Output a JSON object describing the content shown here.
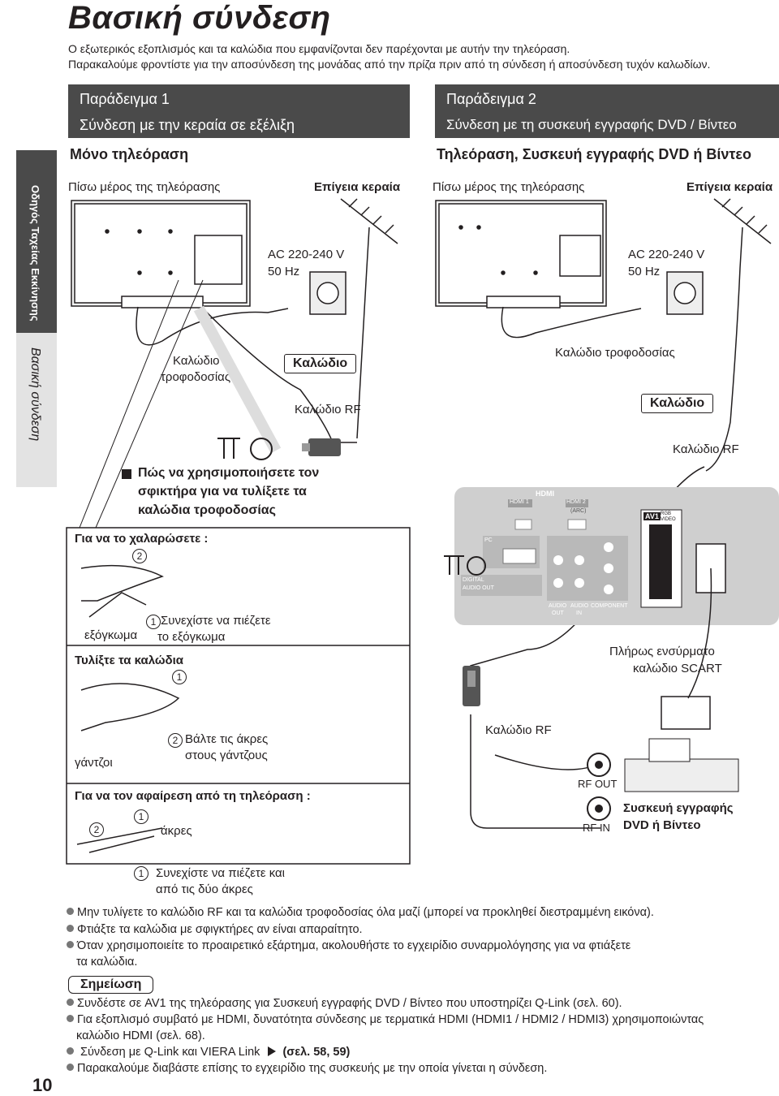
{
  "page": {
    "title": "Βασική σύνδεση",
    "intro_line1": "Ο εξωτερικός εξοπλισμός και τα καλώδια που εμφανίζονται δεν παρέχονται με αυτήν την τηλεόραση.",
    "intro_line2": "Παρακαλούμε φροντίστε για την αποσύνδεση της μονάδας από την πρίζα πριν από τη σύνδεση ή αποσύνδεση τυχόν καλωδίων.",
    "page_number": "10"
  },
  "sidebar": {
    "section_label": "Οδηγός Ταχείας Εκκίνησης",
    "chapter_label": "Βασική σύνδεση"
  },
  "example1": {
    "title": "Παράδειγμα 1",
    "subtitle": "Σύνδεση με την κεραία σε εξέλιξη",
    "heading": "Μόνο τηλεόραση",
    "tv_back": "Πίσω μέρος της τηλεόρασης",
    "antenna": "Επίγεια κεραία",
    "ac_line1": "AC 220-240 V",
    "ac_line2": "50 Hz",
    "power_cable_line1": "Καλώδιο",
    "power_cable_line2": "τροφοδοσίας",
    "cable_box": "Καλώδιο",
    "rf_cable": "Καλώδιο RF"
  },
  "example2": {
    "title": "Παράδειγμα 2",
    "subtitle": "Σύνδεση με τη συσκευή εγγραφής DVD / Βίντεο",
    "heading": "Τηλεόραση, Συσκευή εγγραφής DVD ή Βίντεο",
    "tv_back": "Πίσω μέρος της τηλεόρασης",
    "antenna": "Επίγεια κεραία",
    "ac_line1": "AC 220-240 V",
    "ac_line2": "50 Hz",
    "power_cable": "Καλώδιο τροφοδοσίας",
    "cable_box": "Καλώδιο",
    "rf_cable": "Καλώδιο RF",
    "scart_line1": "Πλήρως ενσύρματο",
    "scart_line2": "καλώδιο SCART",
    "rf_cable_lower": "Καλώδιο RF",
    "rf_out": "RF OUT",
    "rf_in": "RF IN",
    "recorder_line1": "Συσκευή εγγραφής",
    "recorder_line2": "DVD ή Βίντεο"
  },
  "panel": {
    "hdmi_logo": "HDMI",
    "hdmi1": "HDMI 1",
    "hdmi2": "HDMI 2",
    "arc": "(ARC)",
    "pc": "PC",
    "digital_audio_line1": "DIGITAL",
    "digital_audio_line2": "AUDIO OUT",
    "audio_out_line1": "AUDIO",
    "audio_out_line2": "OUT",
    "audio_in_line1": "AUDIO",
    "audio_in_line2": "IN",
    "component": "COMPONENT",
    "av1": "AV1",
    "rgb": "RGB",
    "video": "VIDEO"
  },
  "clamp": {
    "heading_line1": "Πώς να χρησιμοποιήσετε τον",
    "heading_line2": "σφικτήρα για να τυλίξετε τα",
    "heading_line3": "καλώδια τροφοδοσίας",
    "loosen": "Για να το χαλαρώσετε :",
    "step2": "2",
    "step1": "1",
    "press_knob_line1": "Συνεχίστε να πιέζετε",
    "press_knob_line2": "το εξόγκωμα",
    "knob": "εξόγκωμα",
    "wrap": "Τυλίξτε τα καλώδια",
    "insert_line1": "Βάλτε τις άκρες",
    "insert_line2": "στους γάντζους",
    "hooks": "γάντζοι",
    "remove": "Για να τον αφαίρεση από τη τηλεόραση :",
    "tips": "άκρες",
    "press_both_line1": "Συνεχίστε να πιέζετε και",
    "press_both_line2": "από τις δύο άκρες"
  },
  "notes": {
    "n1": "Μην τυλίγετε το καλώδιο RF και τα καλώδια τροφοδοσίας όλα μαζί (μπορεί να προκληθεί διεστραμμένη εικόνα).",
    "n2": "Φτιάξτε τα καλώδια με σφιγκτήρες αν είναι απαραίτητο.",
    "n3_line1": "Όταν χρησιμοποιείτε το προαιρετικό εξάρτημα, ακολουθήστε το εγχειρίδιο συναρμολόγησης για να φτιάξετε",
    "n3_line2": "τα καλώδια.",
    "note_title": "Σημείωση",
    "s1": "Συνδέστε σε AV1 της τηλεόρασης για Συσκευή εγγραφής DVD / Βίντεο που υποστηρίζει Q-Link (σελ. 60).",
    "s2_line1": "Για εξοπλισμό συμβατό με HDMI, δυνατότητα σύνδεσης με τερματικά HDMI (HDMI1 / HDMI2 / HDMI3) χρησιμοποιώντας",
    "s2_line2": "καλώδιο HDMI (σελ. 68).",
    "s3_text": "Σύνδεση με Q-Link και VIERA Link",
    "s3_ref": "(σελ. 58, 59)",
    "s4": "Παρακαλούμε διαβάστε επίσης το εγχειρίδιο της συσκευής με την οποία γίνεται η σύνδεση."
  },
  "colors": {
    "header_bg": "#4a4a4a",
    "sidebar_light": "#e3e3e3",
    "panel_bg": "#cfcfcf",
    "ink": "#231f20"
  }
}
